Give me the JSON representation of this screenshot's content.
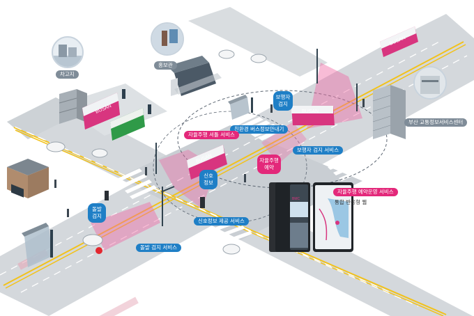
{
  "labels": {
    "depot": "차고지",
    "promo_hall": "홍보관",
    "pedestrian_detect": "보행자\n검지",
    "eco_bus_info": "친환경 버스정보안내기",
    "autonomous_shuttle": "자율주행 셔틀 서비스",
    "busan_center": "부산 교통정보서비스센터",
    "ped_detect_service": "보행자 검지 서비스",
    "autonomous_reservation": "자율주행\n예약",
    "signal_info": "신호\n정보",
    "reservation_service": "자율주행 예약운영 서비스",
    "integrated_web": "통합 반응형 웹",
    "sudden_detect": "돌발\n검지",
    "signal_info_provide": "신호정보 제공 서비스",
    "sudden_detect_service": "돌발 검지 서비스"
  },
  "bus_text": "BUSAN",
  "app_logo": "BMC",
  "colors": {
    "road": "#cfd3d7",
    "road_edge": "#b5bbc1",
    "lane_yellow": "#f2c21b",
    "crosswalk": "#ffffff",
    "pill_blue": "#1f7fc6",
    "pill_pink": "#e3287a",
    "bus_pink": "#d8357f",
    "bus_green": "#2f9a48",
    "detect_zone": "#f06aa4"
  }
}
